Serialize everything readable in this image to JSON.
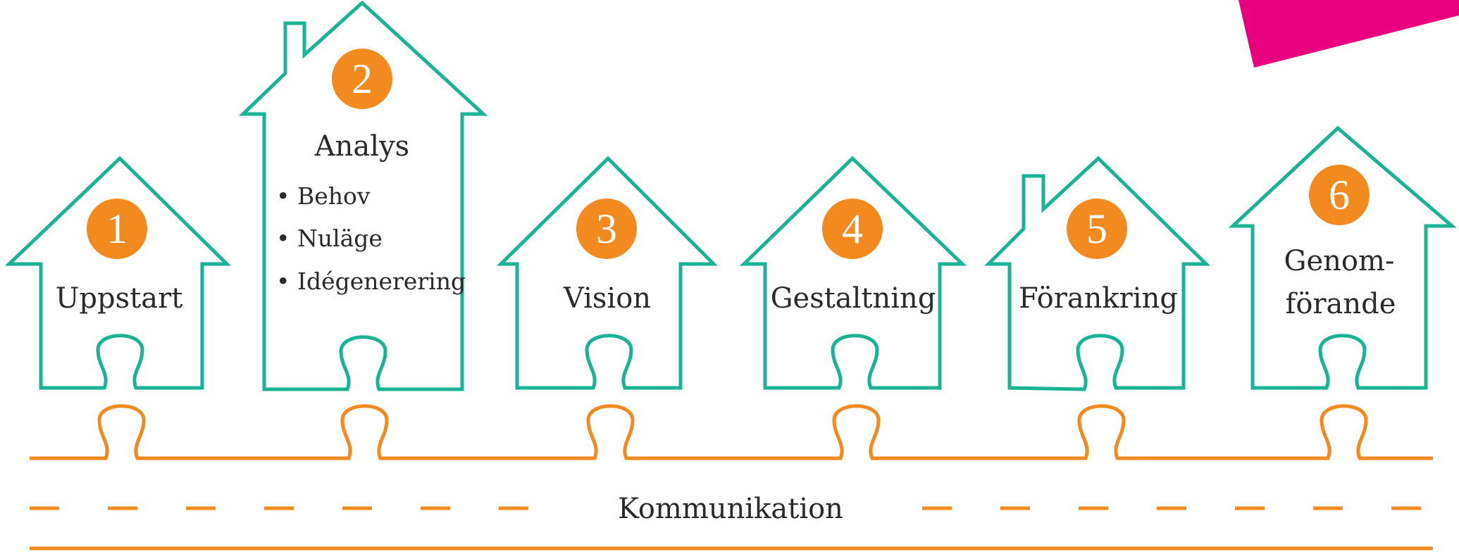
{
  "diagram": {
    "colors": {
      "house_outline": "#1ab394",
      "circle": "#f28a20",
      "road": "#f28a20",
      "text": "#2a2a2a",
      "accent": "#e8007e"
    },
    "steps": [
      {
        "number": "1",
        "title": "Uppstart",
        "bullets": []
      },
      {
        "number": "2",
        "title": "Analys",
        "bullets": [
          "• Behov",
          "• Nuläge",
          "• Idégenerering"
        ]
      },
      {
        "number": "3",
        "title": "Vision",
        "bullets": []
      },
      {
        "number": "4",
        "title": "Gestaltning",
        "bullets": []
      },
      {
        "number": "5",
        "title": "Förankring",
        "bullets": []
      },
      {
        "number": "6",
        "title_lines": [
          "Genom-",
          "förande"
        ],
        "bullets": []
      }
    ],
    "road_label": "Kommunikation"
  }
}
